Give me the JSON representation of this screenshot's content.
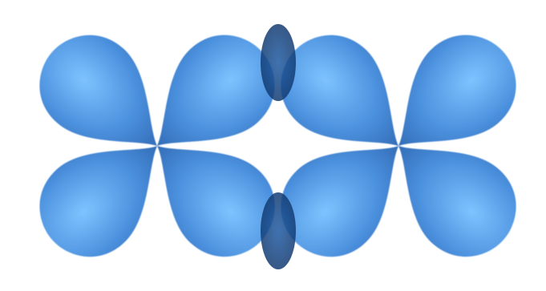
{
  "diagram": {
    "subject": "d-orbital-overlap",
    "colors": {
      "lobe_light": "#7ec3ff",
      "lobe_mid": "#4a8fdc",
      "lobe_dark": "#2a5fa8",
      "overlap": "#123f78",
      "background": "#ffffff"
    },
    "orbitals": [
      {
        "name": "left-orbital"
      },
      {
        "name": "right-orbital"
      }
    ],
    "overlap_regions": [
      {
        "name": "overlap-top"
      },
      {
        "name": "overlap-bottom"
      }
    ]
  }
}
